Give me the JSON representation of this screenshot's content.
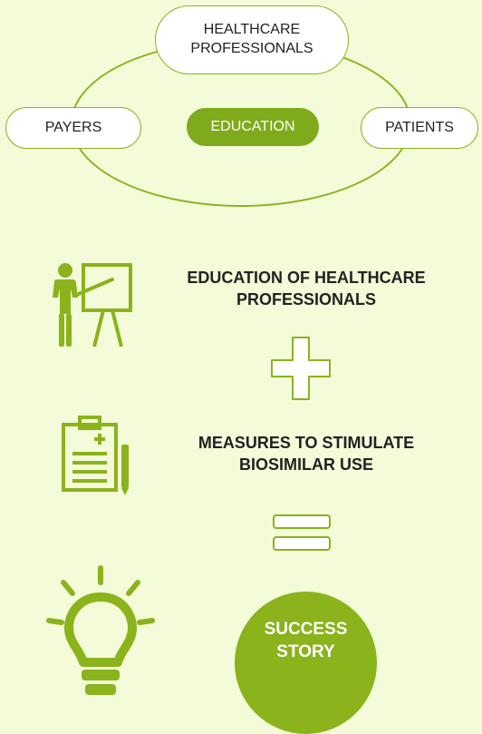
{
  "diagram": {
    "stakeholders": {
      "top_line1": "HEALTHCARE",
      "top_line2": "PROFESSIONALS",
      "left": "PAYERS",
      "right": "PATIENTS",
      "center": "EDUCATION"
    }
  },
  "steps": {
    "step1": {
      "line1": "EDUCATION OF HEALTHCARE",
      "line2": "PROFESSIONALS",
      "icon": "teacher-presentation-icon"
    },
    "operator_plus": "plus-icon",
    "step2": {
      "line1": "MEASURES TO STIMULATE",
      "line2": "BIOSIMILAR USE",
      "icon": "clipboard-icon"
    },
    "operator_equals": "equals-icon",
    "result": {
      "line1": "SUCCESS",
      "line2": "STORY",
      "icon": "lightbulb-icon"
    }
  },
  "colors": {
    "background": "#f4fbd8",
    "accent": "#8ab31c",
    "accent_dark": "#7faa1c",
    "text": "#222222",
    "white": "#ffffff"
  }
}
